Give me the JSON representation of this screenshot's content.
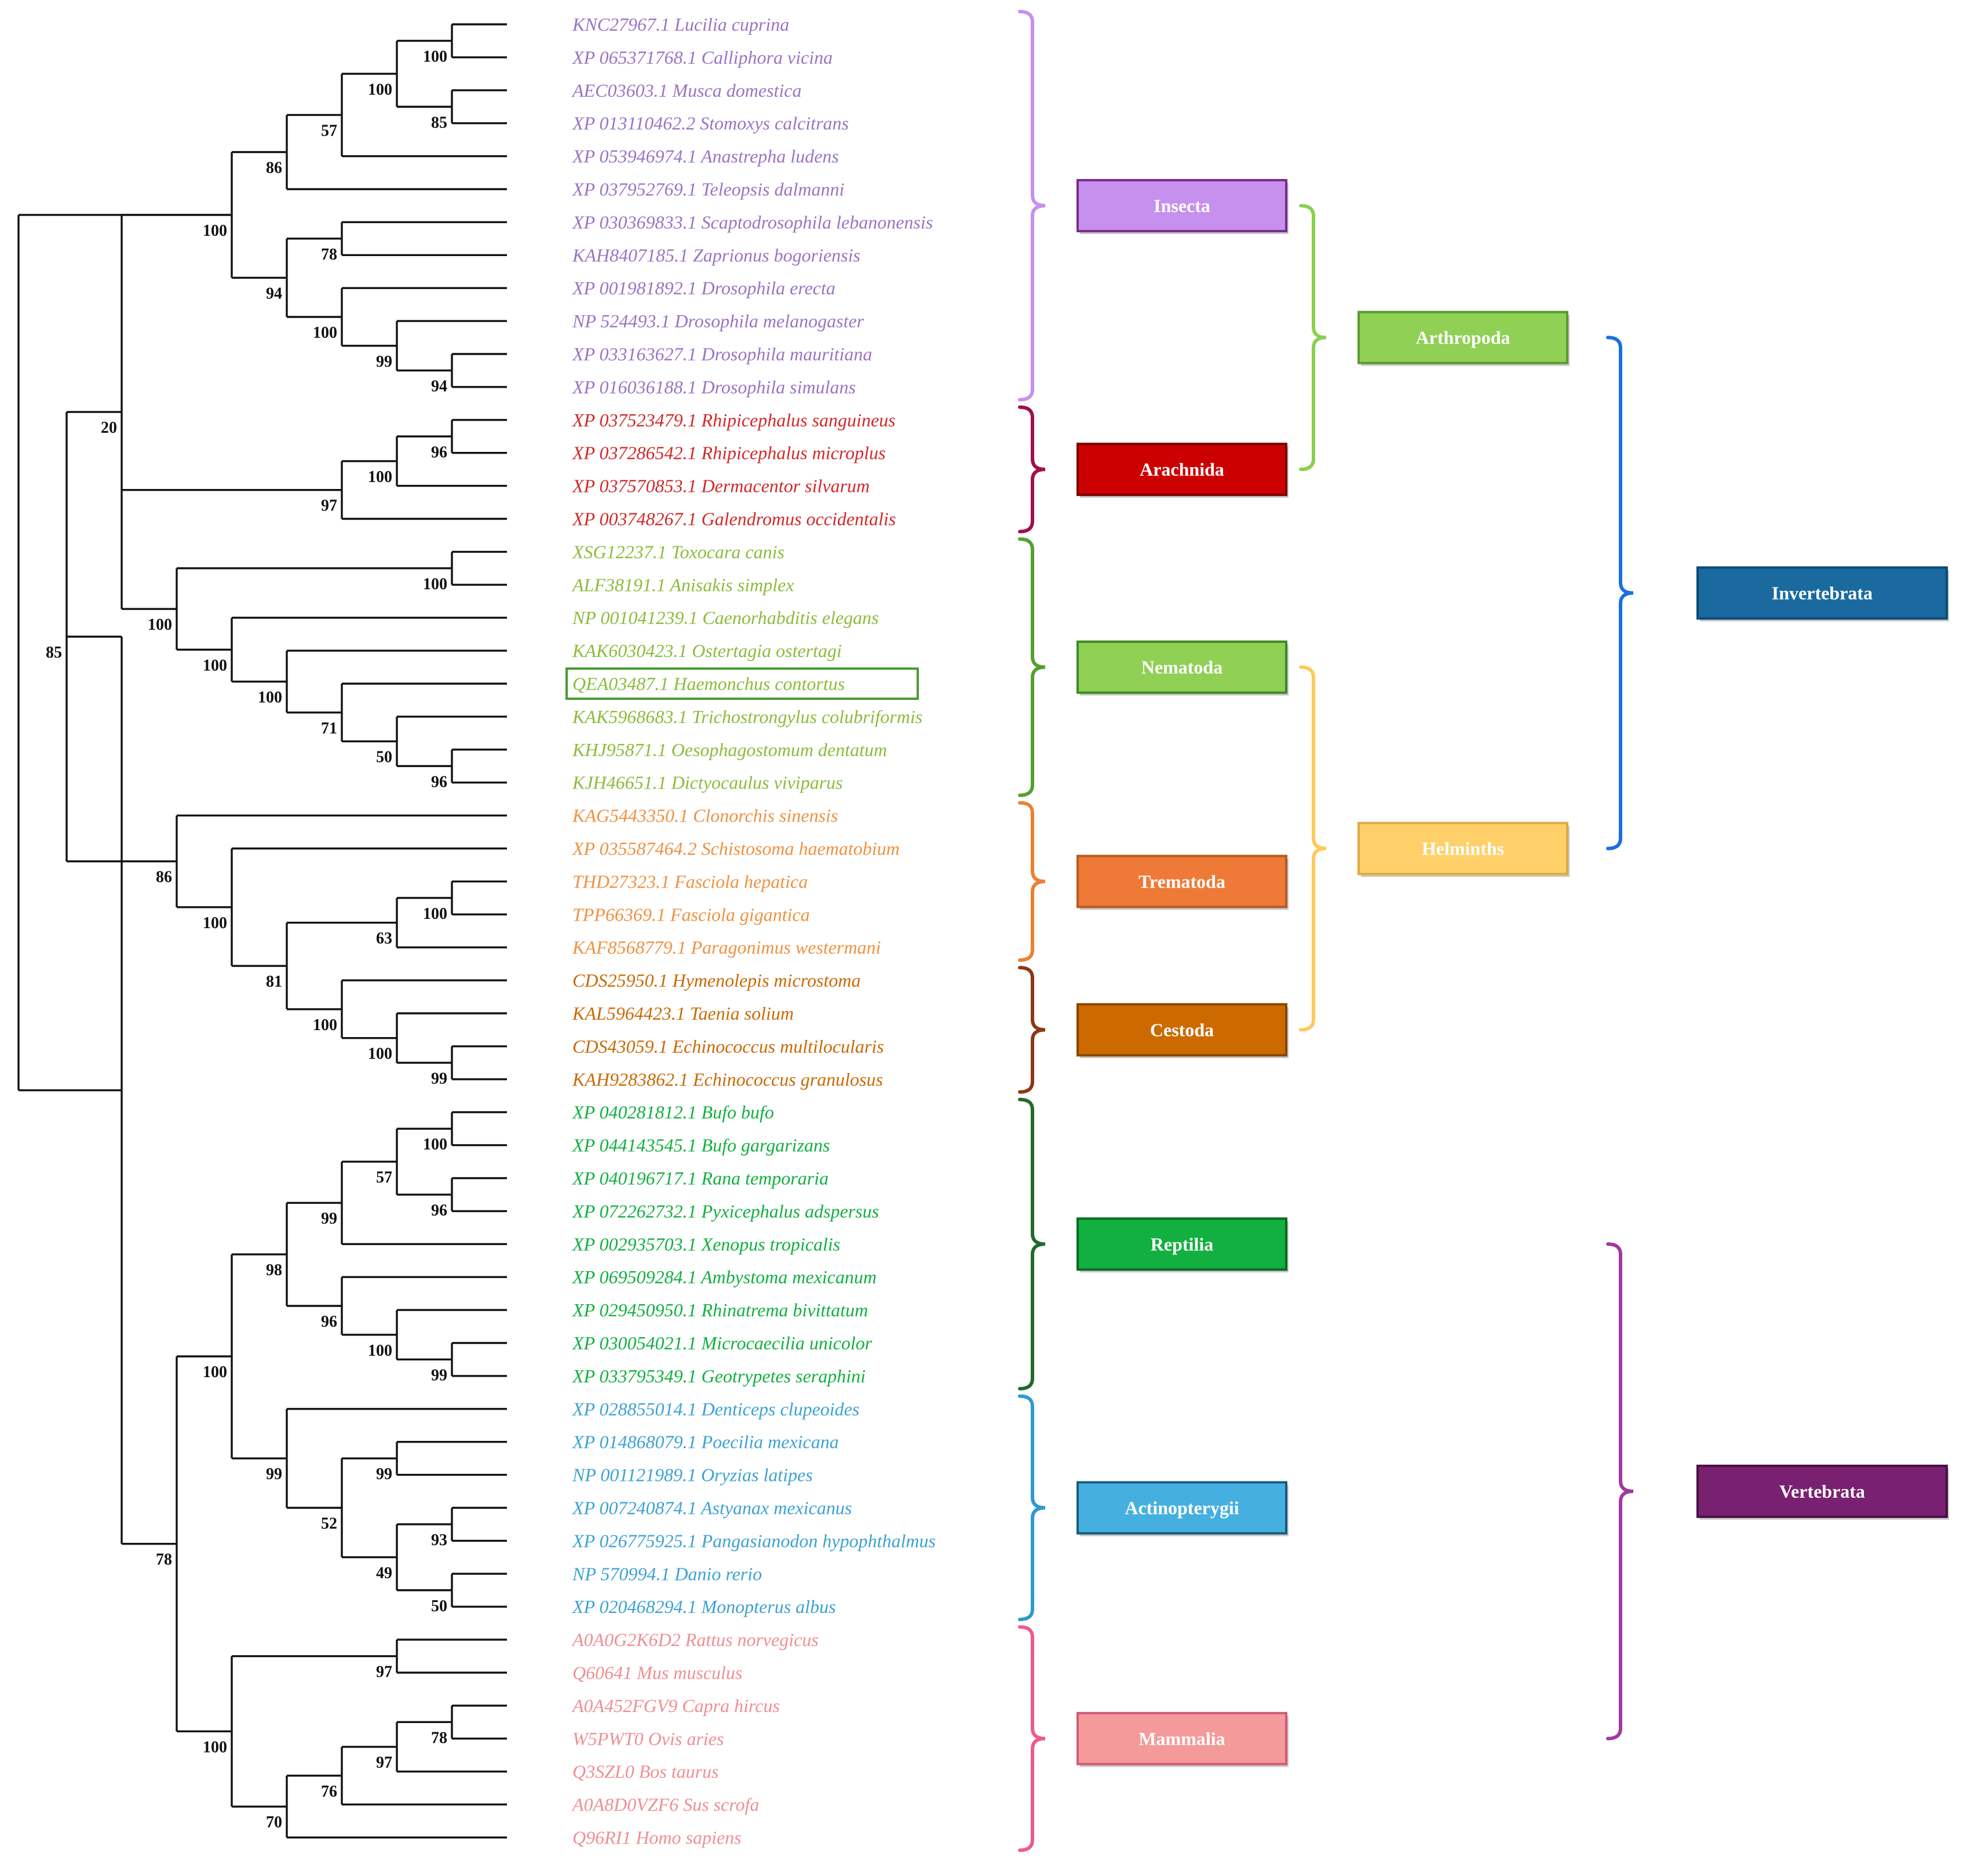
{
  "colors": {
    "insecta": "#9a74c4",
    "arachnida": "#d02a2a",
    "nematoda": "#8cbc3c",
    "trematoda": "#ee9243",
    "cestoda": "#c96a06",
    "reptilia": "#12b040",
    "actinopterygii": "#3da2d3",
    "mammalia": "#ef8f94"
  },
  "taxa": [
    {
      "label": "KNC27967.1 Lucilia cuprina",
      "group": "insecta"
    },
    {
      "label": "XP 065371768.1 Calliphora vicina",
      "group": "insecta"
    },
    {
      "label": "AEC03603.1 Musca domestica",
      "group": "insecta"
    },
    {
      "label": "XP 013110462.2 Stomoxys calcitrans",
      "group": "insecta"
    },
    {
      "label": "XP 053946974.1 Anastrepha ludens",
      "group": "insecta"
    },
    {
      "label": "XP 037952769.1 Teleopsis dalmanni",
      "group": "insecta"
    },
    {
      "label": "XP 030369833.1 Scaptodrosophila lebanonensis",
      "group": "insecta"
    },
    {
      "label": "KAH8407185.1 Zaprionus bogoriensis",
      "group": "insecta"
    },
    {
      "label": "XP 001981892.1 Drosophila erecta",
      "group": "insecta"
    },
    {
      "label": "NP 524493.1 Drosophila melanogaster",
      "group": "insecta"
    },
    {
      "label": "XP 033163627.1 Drosophila mauritiana",
      "group": "insecta"
    },
    {
      "label": "XP 016036188.1 Drosophila simulans",
      "group": "insecta"
    },
    {
      "label": "XP 037523479.1 Rhipicephalus sanguineus",
      "group": "arachnida"
    },
    {
      "label": "XP 037286542.1 Rhipicephalus microplus",
      "group": "arachnida"
    },
    {
      "label": "XP 037570853.1 Dermacentor silvarum",
      "group": "arachnida"
    },
    {
      "label": "XP 003748267.1 Galendromus occidentalis",
      "group": "arachnida"
    },
    {
      "label": "XSG12237.1 Toxocara canis",
      "group": "nematoda"
    },
    {
      "label": "ALF38191.1 Anisakis simplex",
      "group": "nematoda"
    },
    {
      "label": "NP 001041239.1 Caenorhabditis elegans",
      "group": "nematoda"
    },
    {
      "label": "KAK6030423.1 Ostertagia ostertagi",
      "group": "nematoda"
    },
    {
      "label": "QEA03487.1 Haemonchus contortus",
      "group": "nematoda",
      "highlight": true
    },
    {
      "label": "KAK5968683.1 Trichostrongylus colubriformis",
      "group": "nematoda"
    },
    {
      "label": "KHJ95871.1 Oesophagostomum dentatum",
      "group": "nematoda"
    },
    {
      "label": "KJH46651.1 Dictyocaulus viviparus",
      "group": "nematoda"
    },
    {
      "label": "KAG5443350.1 Clonorchis sinensis",
      "group": "trematoda"
    },
    {
      "label": "XP 035587464.2 Schistosoma haematobium",
      "group": "trematoda"
    },
    {
      "label": "THD27323.1 Fasciola hepatica",
      "group": "trematoda"
    },
    {
      "label": "TPP66369.1 Fasciola gigantica",
      "group": "trematoda"
    },
    {
      "label": "KAF8568779.1 Paragonimus westermani",
      "group": "trematoda"
    },
    {
      "label": "CDS25950.1 Hymenolepis microstoma",
      "group": "cestoda"
    },
    {
      "label": "KAL5964423.1 Taenia solium",
      "group": "cestoda"
    },
    {
      "label": "CDS43059.1 Echinococcus multilocularis",
      "group": "cestoda"
    },
    {
      "label": "KAH9283862.1 Echinococcus granulosus",
      "group": "cestoda"
    },
    {
      "label": "XP 040281812.1 Bufo bufo",
      "group": "reptilia"
    },
    {
      "label": "XP 044143545.1 Bufo gargarizans",
      "group": "reptilia"
    },
    {
      "label": "XP 040196717.1 Rana temporaria",
      "group": "reptilia"
    },
    {
      "label": "XP 072262732.1 Pyxicephalus adspersus",
      "group": "reptilia"
    },
    {
      "label": "XP 002935703.1 Xenopus tropicalis",
      "group": "reptilia"
    },
    {
      "label": "XP 069509284.1 Ambystoma mexicanum",
      "group": "reptilia"
    },
    {
      "label": "XP 029450950.1 Rhinatrema bivittatum",
      "group": "reptilia"
    },
    {
      "label": "XP 030054021.1 Microcaecilia unicolor",
      "group": "reptilia"
    },
    {
      "label": "XP 033795349.1 Geotrypetes seraphini",
      "group": "reptilia"
    },
    {
      "label": "XP 028855014.1 Denticeps clupeoides",
      "group": "actinopterygii"
    },
    {
      "label": "XP 014868079.1 Poecilia mexicana",
      "group": "actinopterygii"
    },
    {
      "label": "NP 001121989.1 Oryzias latipes",
      "group": "actinopterygii"
    },
    {
      "label": "XP 007240874.1 Astyanax mexicanus",
      "group": "actinopterygii"
    },
    {
      "label": "XP 026775925.1 Pangasianodon hypophthalmus",
      "group": "actinopterygii"
    },
    {
      "label": "NP 570994.1 Danio rerio",
      "group": "actinopterygii"
    },
    {
      "label": "XP 020468294.1 Monopterus albus",
      "group": "actinopterygii"
    },
    {
      "label": "A0A0G2K6D2 Rattus norvegicus",
      "group": "mammalia"
    },
    {
      "label": "Q60641 Mus musculus",
      "group": "mammalia"
    },
    {
      "label": "A0A452FGV9 Capra hircus",
      "group": "mammalia"
    },
    {
      "label": "W5PWT0 Ovis aries",
      "group": "mammalia"
    },
    {
      "label": "Q3SZL0 Bos taurus",
      "group": "mammalia"
    },
    {
      "label": "A0A8D0VZF6 Sus scrofa",
      "group": "mammalia"
    },
    {
      "label": "Q96RI1 Homo sapiens",
      "group": "mammalia"
    }
  ],
  "nodes": [
    {
      "id": "n1",
      "depth": 8,
      "children": [
        0,
        1
      ],
      "support": "100"
    },
    {
      "id": "n2",
      "depth": 8,
      "children": [
        2,
        3
      ],
      "support": "85"
    },
    {
      "id": "n3",
      "depth": 7,
      "children": [
        "n1",
        "n2"
      ],
      "support": "100"
    },
    {
      "id": "n4",
      "depth": 6,
      "children": [
        "n3",
        4
      ],
      "support": "57"
    },
    {
      "id": "n5",
      "depth": 5,
      "children": [
        "n4",
        5
      ],
      "support": "86"
    },
    {
      "id": "n6",
      "depth": 6,
      "children": [
        6,
        7
      ],
      "support": "78"
    },
    {
      "id": "n7",
      "depth": 8,
      "children": [
        10,
        11
      ],
      "support": "94"
    },
    {
      "id": "n8",
      "depth": 7,
      "children": [
        9,
        "n7"
      ],
      "support": "99"
    },
    {
      "id": "n9",
      "depth": 6,
      "children": [
        8,
        "n8"
      ],
      "support": "100"
    },
    {
      "id": "n10",
      "depth": 5,
      "children": [
        "n6",
        "n9"
      ],
      "support": "94"
    },
    {
      "id": "n11",
      "depth": 4,
      "children": [
        "n5",
        "n10"
      ],
      "support": "100"
    },
    {
      "id": "n12",
      "depth": 8,
      "children": [
        12,
        13
      ],
      "support": "96"
    },
    {
      "id": "n13",
      "depth": 7,
      "children": [
        "n12",
        14
      ],
      "support": "100"
    },
    {
      "id": "n14",
      "depth": 6,
      "children": [
        "n13",
        15
      ],
      "support": "97"
    },
    {
      "id": "n15",
      "depth": 8,
      "children": [
        16,
        17
      ],
      "support": "100"
    },
    {
      "id": "n16",
      "depth": 8,
      "children": [
        22,
        23
      ],
      "support": "96"
    },
    {
      "id": "n17",
      "depth": 7,
      "children": [
        21,
        "n16"
      ],
      "support": "50"
    },
    {
      "id": "n18",
      "depth": 6,
      "children": [
        20,
        "n17"
      ],
      "support": "71"
    },
    {
      "id": "n19",
      "depth": 5,
      "children": [
        19,
        "n18"
      ],
      "support": "100"
    },
    {
      "id": "n20",
      "depth": 4,
      "children": [
        18,
        "n19"
      ],
      "support": "100"
    },
    {
      "id": "n21",
      "depth": 3,
      "children": [
        "n15",
        "n20"
      ],
      "support": "100"
    },
    {
      "id": "n22",
      "depth": 2,
      "children": [
        "n11",
        "n14",
        "n21"
      ],
      "support": "20"
    },
    {
      "id": "n23",
      "depth": 8,
      "children": [
        26,
        27
      ],
      "support": "100"
    },
    {
      "id": "n24",
      "depth": 7,
      "children": [
        "n23",
        28
      ],
      "support": "63"
    },
    {
      "id": "n25",
      "depth": 8,
      "children": [
        31,
        32
      ],
      "support": "99"
    },
    {
      "id": "n26",
      "depth": 7,
      "children": [
        30,
        "n25"
      ],
      "support": "100"
    },
    {
      "id": "n27",
      "depth": 6,
      "children": [
        29,
        "n26"
      ],
      "support": "100"
    },
    {
      "id": "n28",
      "depth": 5,
      "children": [
        "n24",
        "n27"
      ],
      "support": "81"
    },
    {
      "id": "n29",
      "depth": 4,
      "children": [
        25,
        "n28"
      ],
      "support": "100"
    },
    {
      "id": "n30",
      "depth": 3,
      "children": [
        24,
        "n29"
      ],
      "support": "86"
    },
    {
      "id": "n31",
      "depth": 1,
      "children": [
        "n22",
        "n30"
      ],
      "support": "85"
    },
    {
      "id": "n32",
      "depth": 8,
      "children": [
        33,
        34
      ],
      "support": "100"
    },
    {
      "id": "n33",
      "depth": 8,
      "children": [
        35,
        36
      ],
      "support": "96"
    },
    {
      "id": "n34",
      "depth": 7,
      "children": [
        "n32",
        "n33"
      ],
      "support": "57"
    },
    {
      "id": "n35",
      "depth": 6,
      "children": [
        "n34",
        37
      ],
      "support": "99"
    },
    {
      "id": "n36",
      "depth": 8,
      "children": [
        40,
        41
      ],
      "support": "99"
    },
    {
      "id": "n37",
      "depth": 7,
      "children": [
        39,
        "n36"
      ],
      "support": "100"
    },
    {
      "id": "n38",
      "depth": 6,
      "children": [
        38,
        "n37"
      ],
      "support": "96"
    },
    {
      "id": "n39",
      "depth": 5,
      "children": [
        "n35",
        "n38"
      ],
      "support": "98"
    },
    {
      "id": "n40",
      "depth": 7,
      "children": [
        43,
        44
      ],
      "support": "99"
    },
    {
      "id": "n41",
      "depth": 8,
      "children": [
        45,
        46
      ],
      "support": "93"
    },
    {
      "id": "n42",
      "depth": 8,
      "children": [
        47,
        48
      ],
      "support": "50"
    },
    {
      "id": "n43",
      "depth": 7,
      "children": [
        "n41",
        "n42"
      ],
      "support": "49"
    },
    {
      "id": "n44",
      "depth": 6,
      "children": [
        "n40",
        "n43"
      ],
      "support": "52"
    },
    {
      "id": "n45",
      "depth": 5,
      "children": [
        42,
        "n44"
      ],
      "support": "99"
    },
    {
      "id": "n46",
      "depth": 4,
      "children": [
        "n39",
        "n45"
      ],
      "support": "100"
    },
    {
      "id": "n47",
      "depth": 7,
      "children": [
        49,
        50
      ],
      "support": "97"
    },
    {
      "id": "n48",
      "depth": 8,
      "children": [
        51,
        52
      ],
      "support": "78"
    },
    {
      "id": "n49",
      "depth": 7,
      "children": [
        "n48",
        53
      ],
      "support": "97"
    },
    {
      "id": "n50",
      "depth": 6,
      "children": [
        "n49",
        54
      ],
      "support": "76"
    },
    {
      "id": "n51",
      "depth": 5,
      "children": [
        "n50",
        55
      ],
      "support": "70"
    },
    {
      "id": "n52",
      "depth": 4,
      "children": [
        "n47",
        "n51"
      ],
      "support": "100"
    },
    {
      "id": "n53",
      "depth": 3,
      "children": [
        "n46",
        "n52"
      ],
      "support": "78"
    },
    {
      "id": "n54",
      "depth": 2,
      "children": [
        "n31",
        "n53"
      ],
      "support": ""
    },
    {
      "id": "root",
      "depth": 0,
      "children": [
        "n11",
        "n54"
      ],
      "support": ""
    }
  ],
  "groups": [
    {
      "key": "insecta",
      "label": "Insecta",
      "first": 0,
      "last": 11,
      "bracket": "#c690ef",
      "box": "#c690ef",
      "border": "#7a2a8a"
    },
    {
      "key": "arachnida",
      "label": "Arachnida",
      "first": 12,
      "last": 15,
      "bracket": "#a0104a",
      "box": "#cc0000",
      "border": "#7a0000"
    },
    {
      "key": "nematoda",
      "label": "Nematoda",
      "first": 16,
      "last": 23,
      "bracket": "#55a030",
      "box": "#8fd055",
      "border": "#3d8a25"
    },
    {
      "key": "trematoda",
      "label": "Trematoda",
      "first": 24,
      "last": 28,
      "bracket": "#ee8030",
      "box": "#ef7a38",
      "border": "#b85a20"
    },
    {
      "key": "cestoda",
      "label": "Cestoda",
      "first": 29,
      "last": 32,
      "bracket": "#8a3a15",
      "box": "#cc6a00",
      "border": "#8a4500"
    },
    {
      "key": "reptilia",
      "label": "Reptilia",
      "first": 33,
      "last": 41,
      "bracket": "#236a2a",
      "box": "#12b040",
      "border": "#0a6a22"
    },
    {
      "key": "actinopterygii",
      "label": "Actinopterygii",
      "first": 42,
      "last": 48,
      "bracket": "#2f9ad0",
      "box": "#45b0e0",
      "border": "#1a5a80"
    },
    {
      "key": "mammalia",
      "label": "Mammalia",
      "first": 49,
      "last": 55,
      "bracket": "#ef5a8a",
      "box": "#f59a9a",
      "border": "#d05a7a"
    }
  ],
  "higher_groups": [
    {
      "key": "arthropoda",
      "label": "Arthropoda",
      "range": [
        "insecta",
        "arachnida"
      ],
      "bracket": "#8ad050",
      "box": "#8fd055",
      "border": "#5a9a30",
      "col": 2
    },
    {
      "key": "helminths",
      "label": "Helminths",
      "range": [
        "nematoda",
        "cestoda"
      ],
      "bracket": "#ffc95a",
      "box": "#ffd06a",
      "border": "#e0a840",
      "col": 2
    },
    {
      "key": "invertebrata",
      "label": "Invertebrata",
      "range": [
        "arthropoda",
        "helminths"
      ],
      "bracket": "#1a70e0",
      "box": "#1a6aa0",
      "border": "#0a4a75",
      "col": 3
    },
    {
      "key": "vertebrata",
      "label": "Vertebrata",
      "range": [
        "reptilia",
        "mammalia"
      ],
      "bracket": "#a03aa0",
      "box": "#7a2070",
      "border": "#4a1045",
      "col": 3
    }
  ]
}
